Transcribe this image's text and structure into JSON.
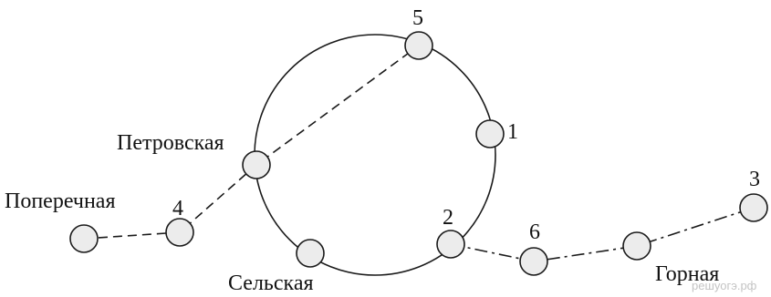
{
  "stations": {
    "s5": "5",
    "s1": "1",
    "s2": "2",
    "s4": "4",
    "s6": "6",
    "s3": "3",
    "petrovskaya": "Петровская",
    "poperechnaya": "Поперечная",
    "selskaya": "Сельская",
    "gornaya": "Горная"
  },
  "watermark": "решуогэ.рф"
}
